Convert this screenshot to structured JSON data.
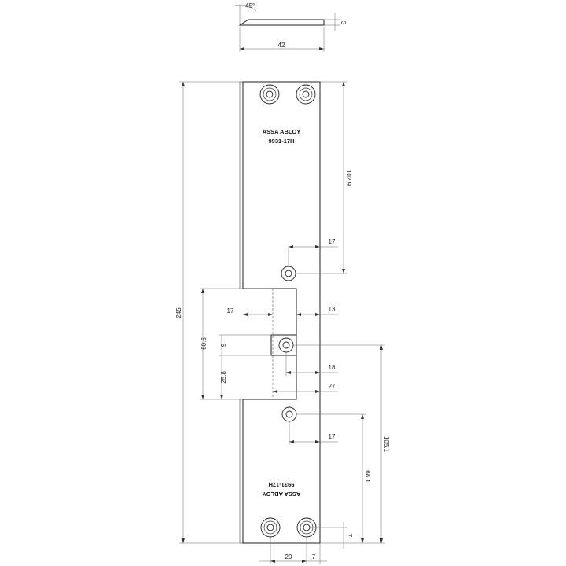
{
  "drawing": {
    "angle_label": "45°",
    "side_view": {
      "thickness": "3",
      "width": "42"
    },
    "overall_height": "245",
    "dims": {
      "top_to_hole": "102.9",
      "hole_offset_top": "17",
      "cutout_left": "17",
      "cutout_right": "13",
      "cutout_height": "60.6",
      "d9": "9",
      "d25_8": "25.8",
      "d18": "18",
      "d27": "27",
      "hole_offset_bottom": "17",
      "d105_1": "105.1",
      "d68_1": "68.1",
      "d7_right": "7",
      "bottom_20": "20",
      "bottom_7": "7"
    },
    "marking": {
      "brand": "ASSA ABLOY",
      "model": "9931-17H"
    }
  }
}
